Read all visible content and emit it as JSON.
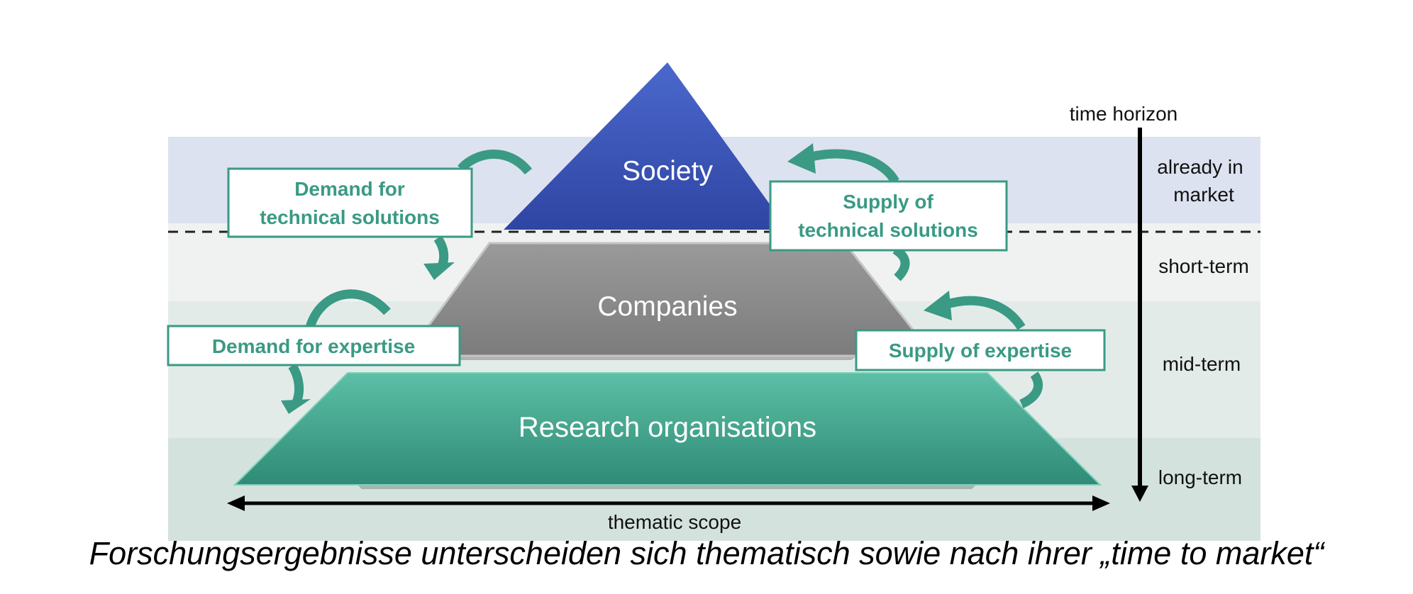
{
  "diagram": {
    "layers": {
      "top": "Society",
      "middle": "Companies",
      "bottom": "Research organisations"
    },
    "flows": {
      "demand_technical": [
        "Demand for",
        "technical solutions"
      ],
      "supply_technical": [
        "Supply of",
        "technical solutions"
      ],
      "demand_expertise": "Demand for expertise",
      "supply_expertise": "Supply of expertise"
    },
    "time_axis": {
      "title": "time horizon",
      "bands": {
        "already": [
          "already in",
          "market"
        ],
        "short": "short-term",
        "mid": "mid-term",
        "long": "long-term"
      }
    },
    "scope_axis": {
      "label": "thematic scope"
    }
  },
  "caption": "Forschungsergebnisse unterscheiden sich thematisch sowie nach ihrer „time to market“",
  "colors": {
    "society": "#3d56b8",
    "companies": "#8a8a8a",
    "research": "#3fa58d",
    "accent_green": "#3a9a84",
    "band_already": "#dde2f0",
    "band_short": "#eff2f1",
    "band_mid": "#e3ebe8",
    "band_long": "#d4e2dd"
  }
}
